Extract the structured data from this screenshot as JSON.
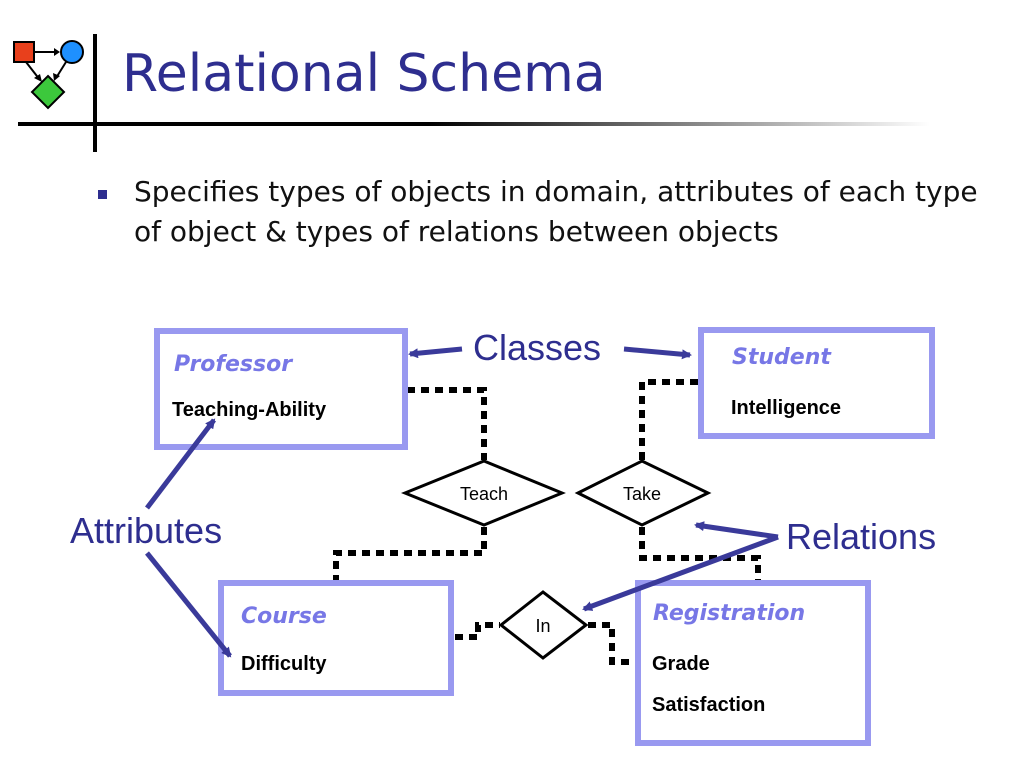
{
  "slide": {
    "title": "Relational Schema",
    "bullet": "Specifies types of objects in domain, attributes of each type of object & types of relations between objects"
  },
  "diagram": {
    "classes": {
      "professor": {
        "name": "Professor",
        "attributes": [
          "Teaching-Ability"
        ]
      },
      "student": {
        "name": "Student",
        "attributes": [
          "Intelligence"
        ]
      },
      "course": {
        "name": "Course",
        "attributes": [
          "Difficulty"
        ]
      },
      "registration": {
        "name": "Registration",
        "attributes": [
          "Grade",
          "Satisfaction"
        ]
      }
    },
    "relations": {
      "teach": "Teach",
      "take": "Take",
      "in": "In"
    },
    "callouts": {
      "classes": "Classes",
      "attributes": "Attributes",
      "relations": "Relations"
    }
  },
  "colors": {
    "title": "#2e2e8f",
    "class_border": "#9999f0",
    "class_name": "#7777e6",
    "arrow": "#3a3a9a"
  }
}
